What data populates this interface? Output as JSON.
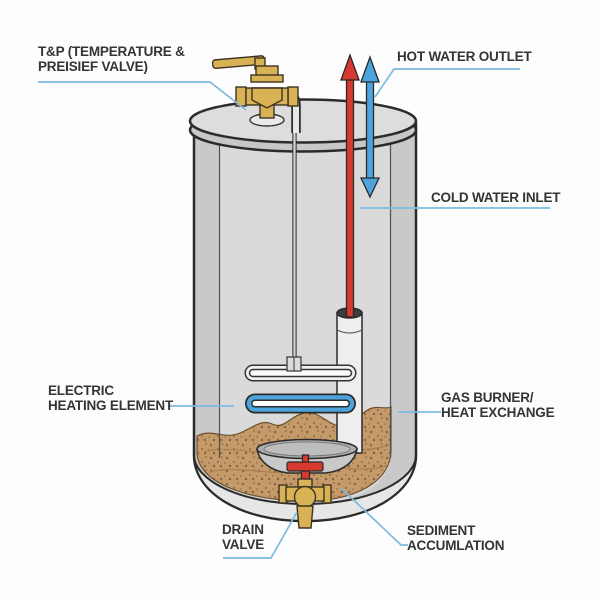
{
  "colors": {
    "hot_water": "#d63a2e",
    "cold_water": "#4da4dc",
    "brass": "#d8b254",
    "sediment": "#c49a6a",
    "leader_line": "#7cbbdf",
    "text": "#343434"
  },
  "labels": {
    "tp_valve": {
      "line1": "T&P (TEMPERATURE &",
      "line2": "PREISIEF VALVE)"
    },
    "hot_water_outlet": {
      "text": "HOT WATER OUTLET"
    },
    "cold_water_inlet": {
      "text": "COLD WATER INLET"
    },
    "electric_heating_element": {
      "line1": "ELECTRIC",
      "line2": "HEATING ELEMENT"
    },
    "gas_burner": {
      "line1": "GAS BURNER/",
      "line2": "HEAT EXCHANGE"
    },
    "drain_valve": {
      "line1": "DRAIN",
      "line2": "VALVE"
    },
    "sediment_accumulation": {
      "line1": "SEDIMENT",
      "line2": "ACCUMLATION"
    }
  }
}
